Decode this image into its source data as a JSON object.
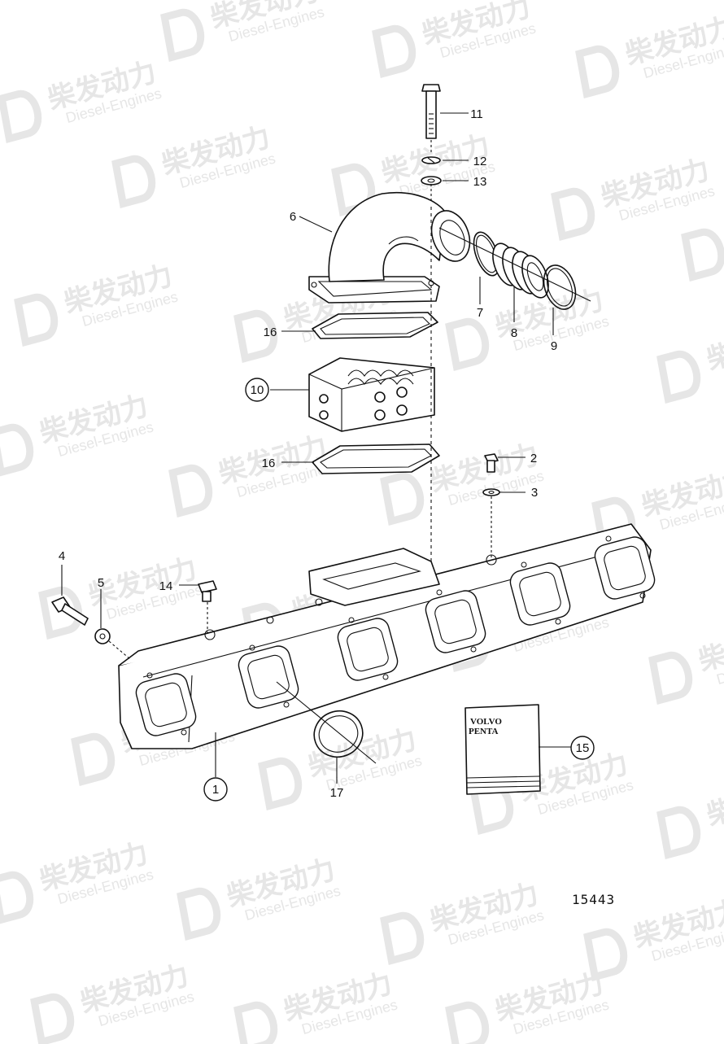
{
  "diagram": {
    "drawing_number": "15443",
    "brand_box": {
      "line1": "VOLVO",
      "line2": "PENTA"
    },
    "watermark": {
      "cn": "柴发动力",
      "en": "Diesel-Engines"
    },
    "callouts": [
      {
        "id": "1",
        "text": "1",
        "circled": true
      },
      {
        "id": "2",
        "text": "2",
        "circled": false
      },
      {
        "id": "3",
        "text": "3",
        "circled": false
      },
      {
        "id": "4",
        "text": "4",
        "circled": false
      },
      {
        "id": "5",
        "text": "5",
        "circled": false
      },
      {
        "id": "6",
        "text": "6",
        "circled": false
      },
      {
        "id": "7",
        "text": "7",
        "circled": false
      },
      {
        "id": "8",
        "text": "8",
        "circled": false
      },
      {
        "id": "9",
        "text": "9",
        "circled": false
      },
      {
        "id": "10",
        "text": "10",
        "circled": true
      },
      {
        "id": "11",
        "text": "11",
        "circled": false
      },
      {
        "id": "12",
        "text": "12",
        "circled": false
      },
      {
        "id": "13",
        "text": "13",
        "circled": false
      },
      {
        "id": "14",
        "text": "14",
        "circled": false
      },
      {
        "id": "15",
        "text": "15",
        "circled": true
      },
      {
        "id": "16a",
        "text": "16",
        "circled": false
      },
      {
        "id": "16b",
        "text": "16",
        "circled": false
      },
      {
        "id": "17",
        "text": "17",
        "circled": false
      }
    ]
  }
}
